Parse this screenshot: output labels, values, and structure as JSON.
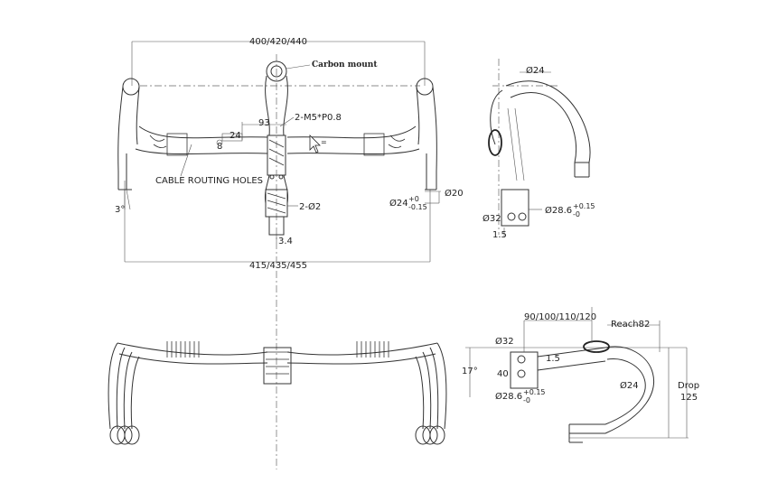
{
  "top_view": {
    "width_top": "400/420/440",
    "width_bottom": "415/435/455",
    "carbon_mount": "Carbon mount",
    "bolt_spec": "2-M5*P0.8",
    "dim_93": "93",
    "dim_24": "24",
    "dim_8": "8",
    "cable_routing": "CABLE ROUTING HOLES",
    "flare": "3°",
    "hole_2": "2-Ø2",
    "dim_3_4": "3.4",
    "clamp_dia": "Ø24",
    "clamp_tol_top": "+0",
    "clamp_tol_bot": "-0.15",
    "bar_dia": "Ø20"
  },
  "side_top_view": {
    "dia_24": "Ø24",
    "dia_32": "Ø32",
    "dia_28_6": "Ø28.6",
    "tol_top": "+0.15",
    "tol_bot": "-0",
    "dim_1_5": "1.5"
  },
  "side_view": {
    "stem_lengths": "90/100/110/120",
    "reach": "Reach82",
    "dia_32": "Ø32",
    "dim_1_5": "1.5",
    "angle": "17°",
    "dim_40": "40",
    "dia_28_6": "Ø28.6",
    "tol_top": "+0.15",
    "tol_bot": "-0",
    "dia_24": "Ø24",
    "drop": "Drop",
    "drop_val": "125"
  }
}
